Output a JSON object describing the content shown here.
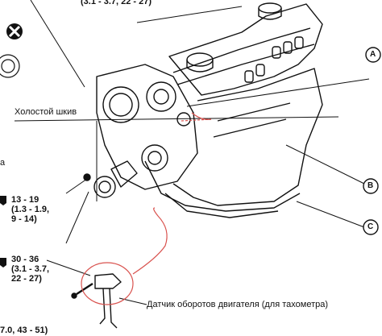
{
  "labels": {
    "idler_pulley": "Холостой шкив",
    "speed_sensor": "Датчик оборотов двигателя (для тахометра)"
  },
  "torque_top": {
    "line": "(3.1 - 3.7, 22 - 27)"
  },
  "torque_idler": {
    "nm": "13 - 19",
    "kgm": "(1.3 - 1.9,",
    "ftlb": "9 - 14)"
  },
  "torque_sensor": {
    "nm": "30 - 36",
    "kgm": "(3.1 - 3.7,",
    "ftlb": "22 - 27)"
  },
  "torque_bottom": {
    "line": "7.0, 43 - 51)"
  },
  "callouts": {
    "a": "A",
    "b": "B",
    "c": "C"
  },
  "left_edge_text": "a",
  "colors": {
    "highlight": "#d9534f",
    "ink": "#111111"
  }
}
